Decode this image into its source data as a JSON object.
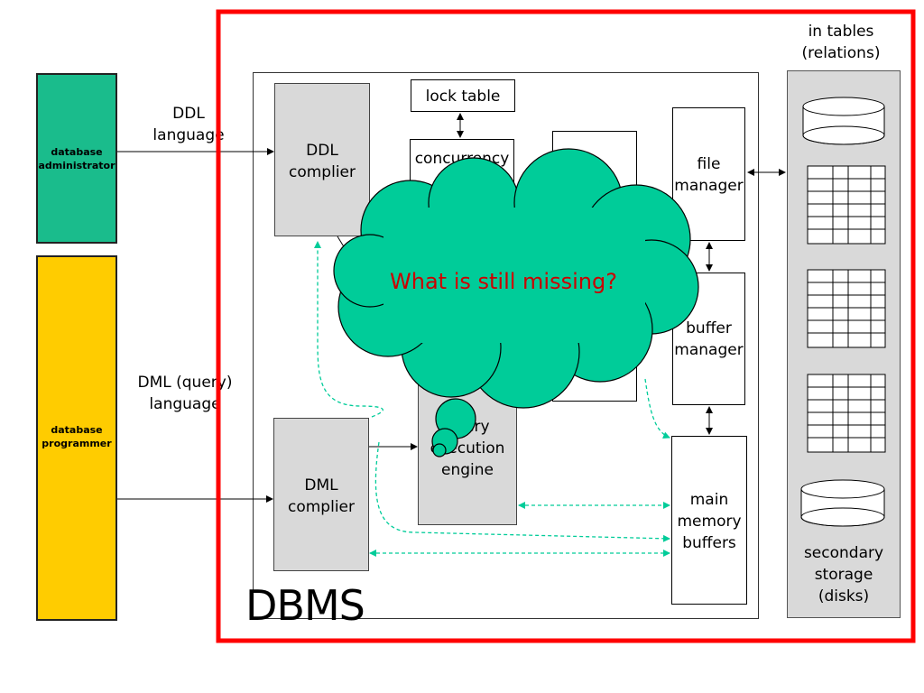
{
  "colors": {
    "frame": "#ff0000",
    "cloud": "#00cc99",
    "question": "#cc0000",
    "admin": "#1abc8c",
    "programmer": "#ffcc00",
    "component": "#d9d9d9",
    "storage": "#d9d9d9"
  },
  "users": {
    "admin": "database administrator",
    "programmer": "database programmer"
  },
  "languages": {
    "ddl": "DDL language",
    "dml": "DML (query) language"
  },
  "components": {
    "ddl_compiler": "DDL complier",
    "dml_compiler": "DML complier",
    "lock_table": "lock table",
    "concurrency": "concurrency",
    "query_engine": "query execution engine",
    "file_manager": "file manager",
    "buffer_manager": "buffer manager",
    "memory_buffers": "main memory buffers"
  },
  "storage": {
    "top_note": "in tables (relations)",
    "bottom": "secondary storage (disks)"
  },
  "dbms_label": "DBMS",
  "cloud_question": "What is still missing?"
}
